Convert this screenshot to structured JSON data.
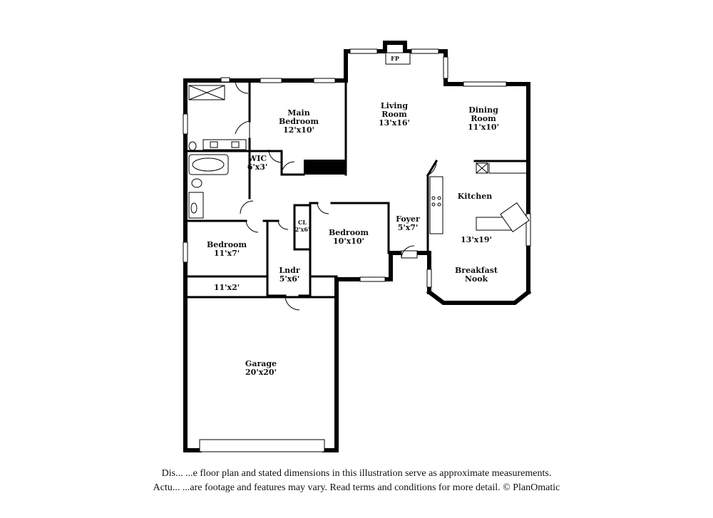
{
  "rooms": {
    "living": {
      "name_line1": "Living",
      "name_line2": "Room",
      "dims": "13'x16'"
    },
    "dining": {
      "name_line1": "Dining",
      "name_line2": "Room",
      "dims": "11'x10'"
    },
    "main_bedroom": {
      "name_line1": "Main",
      "name_line2": "Bedroom",
      "dims": "12'x10'"
    },
    "wic": {
      "name": "WIC",
      "dims": "6'x3'"
    },
    "kitchen": {
      "name": "Kitchen",
      "dims": "13'x19'"
    },
    "foyer": {
      "name": "Foyer",
      "dims": "5'x7'"
    },
    "bedroom_center": {
      "name": "Bedroom",
      "dims": "10'x10'"
    },
    "bedroom_left": {
      "name": "Bedroom",
      "dims": "11'x7'"
    },
    "closet_left": {
      "dims": "11'x2'"
    },
    "closet_cl": {
      "name": "CL",
      "dims": "2'x6'"
    },
    "laundry": {
      "name": "Lndr",
      "dims": "5'x6'"
    },
    "breakfast_nook": {
      "name_line1": "Breakfast",
      "name_line2": "Nook"
    },
    "garage": {
      "name": "Garage",
      "dims": "20'x20'"
    }
  },
  "fireplace": {
    "label": "FP"
  },
  "disclaimer": {
    "line1": "Dis... ...e floor plan and stated dimensions in this illustration serve as approximate measurements.",
    "line2": "Actu... ...are footage and features may vary. Read terms and conditions for more detail. © PlanOmatic"
  }
}
